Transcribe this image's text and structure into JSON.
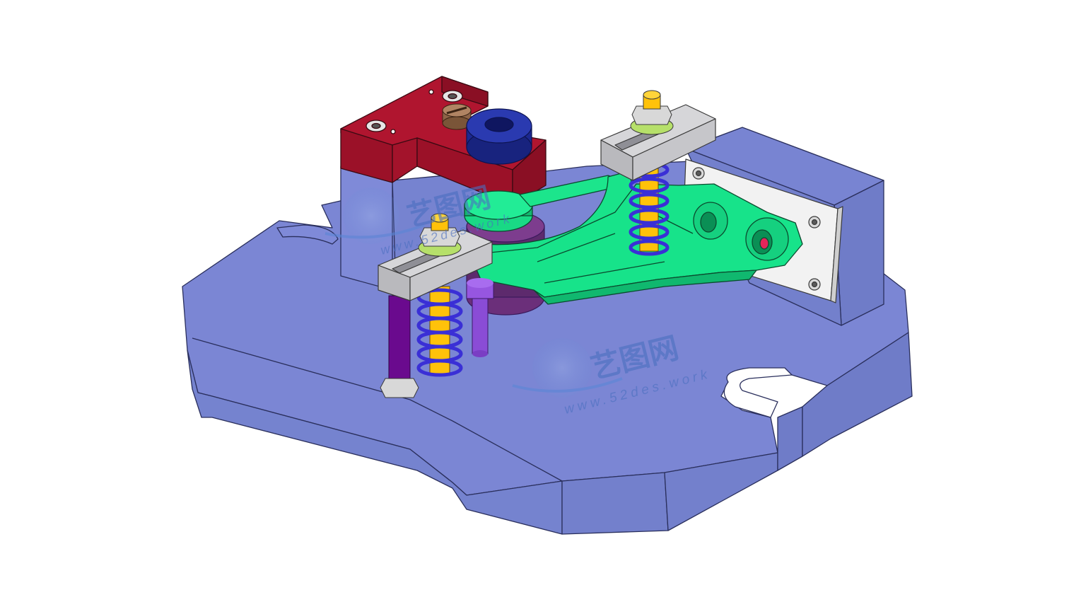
{
  "scene": {
    "subject": "fixture",
    "colors": {
      "base_plate": "#7b86d4",
      "base_plate_edge": "#2a2f5c",
      "clamp_block": "#a3132b",
      "lift_arm": "#17e38a",
      "bracket": "#d3d3d6",
      "spring": "#3a2fd6",
      "pin": "#ffc20a",
      "rod": "#6a0a8e",
      "pad": "#1f2a9c"
    },
    "watermarks": [
      {
        "logo_text": "艺图网",
        "url_text": "www.52des.work"
      },
      {
        "logo_text": "艺图网",
        "url_text": "www.52des.work"
      }
    ]
  }
}
